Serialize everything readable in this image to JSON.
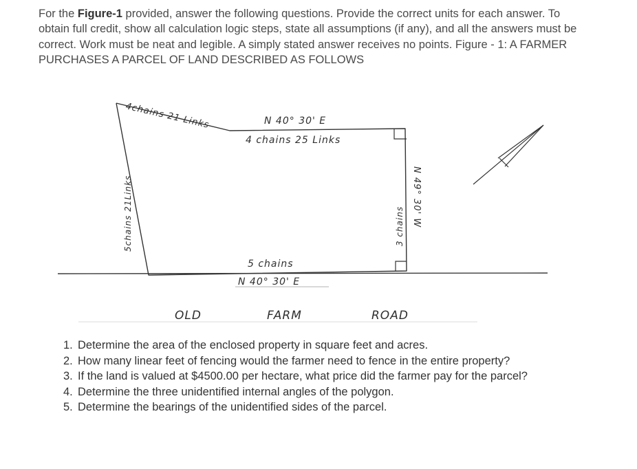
{
  "intro": {
    "prefix": "For the ",
    "figure_ref": "Figure-1",
    "rest": " provided, answer the following questions. Provide the correct units for each answer. To obtain full credit, show all calculation logic steps, state all assumptions (if any), and all the answers must be correct. Work must be neat and legible. A simply stated answer receives no points. Figure - 1: A FARMER PURCHASES A PARCEL OF LAND DESCRIBED AS FOLLOWS"
  },
  "figure": {
    "labels": {
      "top_left_side": "4chains 21 Links",
      "top_bearing": "N 40° 30' E",
      "top_length": "4 chains 25 Links",
      "left_side": "5chains 21Links",
      "right_side": "3 chains",
      "right_bearing": "N 49° 30' W",
      "bottom_length": "5 chains",
      "bottom_bearing": "N 40° 30' E",
      "road_1": "OLD",
      "road_2": "FARM",
      "road_3": "ROAD"
    }
  },
  "questions": [
    {
      "num": "1.",
      "text": "Determine the area of the enclosed property in square feet and acres."
    },
    {
      "num": "2.",
      "text": "How many linear feet of fencing would the farmer need to fence in the entire property?"
    },
    {
      "num": "3.",
      "text": "If the land is valued at $4500.00 per hectare, what price did the farmer pay for the parcel?"
    },
    {
      "num": "4.",
      "text": "Determine the three unidentified internal angles of the polygon."
    },
    {
      "num": "5.",
      "text": "Determine the bearings of the unidentified sides of the parcel."
    }
  ]
}
